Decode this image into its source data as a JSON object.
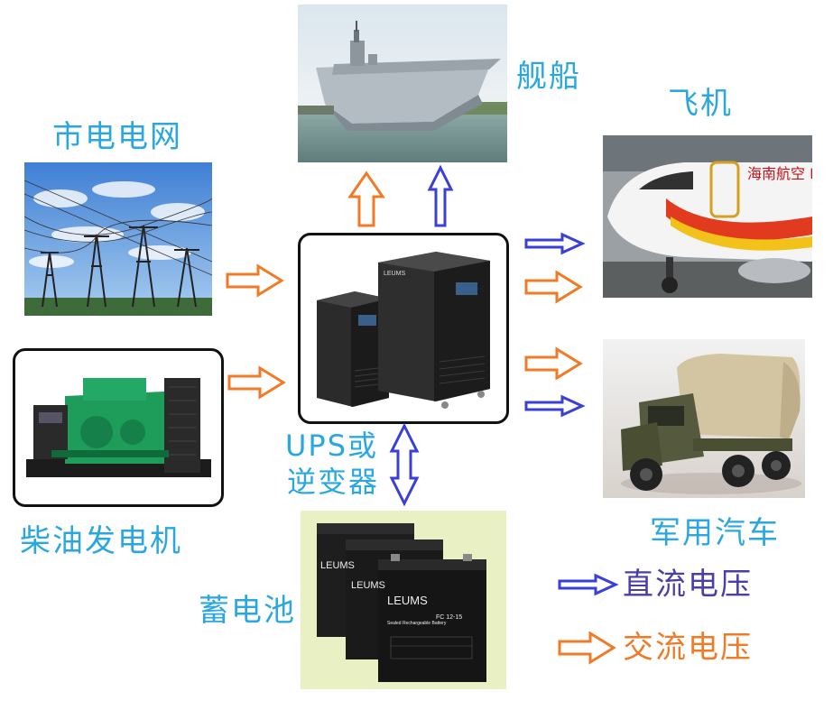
{
  "labels": {
    "grid": "市电电网",
    "ship": "舰船",
    "aircraft": "飞机",
    "generator": "柴油发电机",
    "ups_line1": "UPS或",
    "ups_line2": "逆变器",
    "battery": "蓄电池",
    "truck": "军用汽车"
  },
  "legend": {
    "dc": "直流电压",
    "ac": "交流电压"
  },
  "colors": {
    "label": "#2aa7e0",
    "dc_arrow": "#3a3fd6",
    "ac_arrow": "#f07a25",
    "dc_text": "#4a3fa8",
    "ac_text": "#f07a25"
  },
  "logos": {
    "ups_brand": "LEUMS",
    "battery_brand": "LEUMS",
    "airline": "海南航空"
  }
}
